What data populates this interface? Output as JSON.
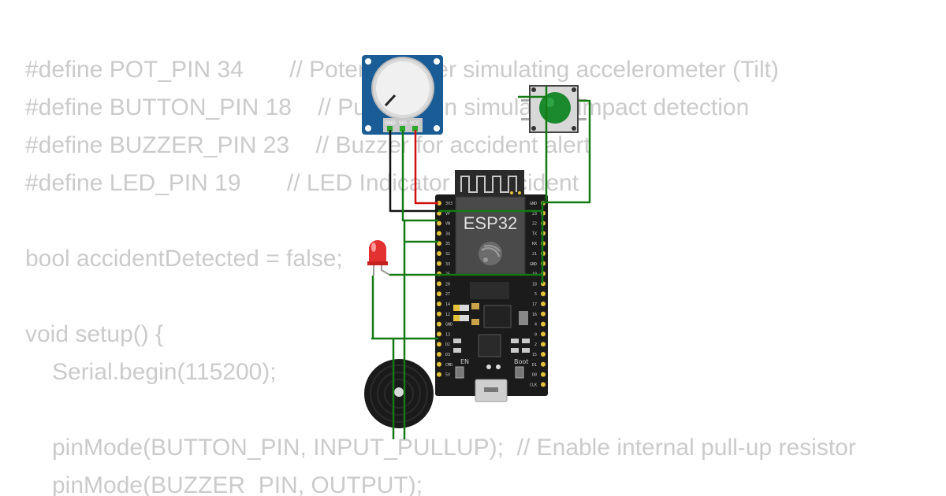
{
  "code_lines": [
    {
      "text": "#define POT_PIN 34       // Potentiometer simulating accelerometer (Tilt)",
      "indent": 0,
      "row": 0
    },
    {
      "text": "#define BUTTON_PIN 18    // Pushbutton simulating impact detection",
      "indent": 0,
      "row": 1
    },
    {
      "text": "#define BUZZER_PIN 23    // Buzzer for accident alert",
      "indent": 0,
      "row": 2
    },
    {
      "text": "#define LED_PIN 19       // LED Indicator for accident",
      "indent": 0,
      "row": 3
    },
    {
      "text": "bool accidentDetected = false;",
      "indent": 0,
      "row": 5
    },
    {
      "text": "void setup() {",
      "indent": 0,
      "row": 7
    },
    {
      "text": "Serial.begin(115200);",
      "indent": 1,
      "row": 8
    },
    {
      "text": "pinMode(BUTTON_PIN, INPUT_PULLUP);  // Enable internal pull-up resistor",
      "indent": 1,
      "row": 10
    },
    {
      "text": "pinMode(BUZZER_PIN, OUTPUT);",
      "indent": 1,
      "row": 11
    }
  ],
  "board": {
    "name": "ESP32",
    "en_label": "EN",
    "boot_label": "Boot",
    "left_pins": [
      "3V3",
      "VP",
      "VN",
      "34",
      "35",
      "32",
      "33",
      "25",
      "26",
      "27",
      "14",
      "12",
      "GND",
      "13",
      "D2",
      "D3",
      "CMD",
      "5V"
    ],
    "right_pins": [
      "GND",
      "23",
      "22",
      "TX",
      "RX",
      "21",
      "GND",
      "19",
      "18",
      "5",
      "17",
      "16",
      "4",
      "0",
      "2",
      "15",
      "D1",
      "D0",
      "CLK"
    ]
  },
  "potentiometer": {
    "pins": [
      "GND",
      "SIG",
      "VCC"
    ]
  },
  "colors": {
    "code_text": "#cbcbcb",
    "wire_green": "#137a13",
    "wire_red": "#d01010",
    "wire_black": "#111111",
    "board": "#1b1b1b",
    "pin_gold": "#e3c23a",
    "pot_blue": "#1a5d96",
    "button_green": "#1b8a2e",
    "led_red": "#e33030"
  }
}
